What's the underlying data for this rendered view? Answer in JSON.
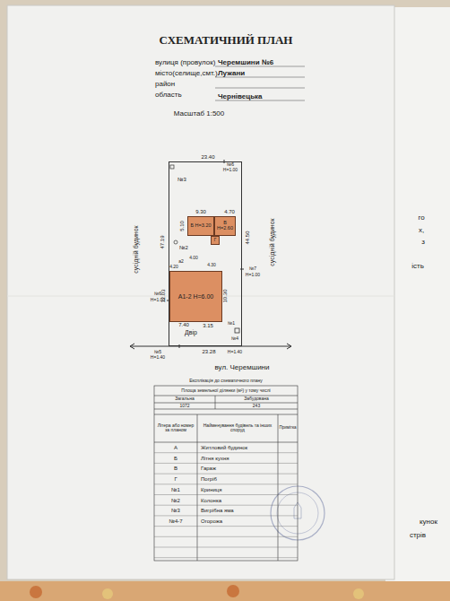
{
  "diagram": {
    "title": "СХЕМАТИЧНИЙ ПЛАН",
    "nodes": [
      {
        "text": [
          "Двір"
        ]
      },
      {
        "text": [
          "Б Н=3.20"
        ],
        "in": 0
      },
      {
        "text": [
          "В Н=2.60"
        ],
        "in": 0
      },
      {
        "text": [
          "Г"
        ],
        "in": 0
      },
      {
        "text": [
          "А1-2 Н=6.00"
        ],
        "in": 0
      }
    ],
    "labels": [
      "вулиця (провулок)",
      "Черемшини №6",
      "місто(селище,смт.)",
      "Лужани",
      "район",
      "область",
      "Чернівецька",
      "Масштаб 1:500",
      "23.40",
      "№6",
      "Н=1.00",
      "№3",
      "47.19",
      "44.50",
      "сусідній будинок",
      "сусідній будинок",
      "№2",
      "№6",
      "Н=1.00",
      "№7",
      "Н=1.00",
      "9.30",
      "4.70",
      "5.10",
      "а2",
      "4.00",
      "4.20",
      "4.30",
      "12.03",
      "10.30",
      "7.40",
      "3.15",
      "№1",
      "№4",
      "23.28",
      "№5",
      "Н=1.40",
      "Н=1.40",
      "вул. Черемшини",
      "Експлікація до схематичного плану",
      "Площа земельної ділянки (м²) у тому числі",
      "Загальна",
      "Забудована",
      "1072",
      "243",
      "Літера або номер за планом",
      "Найменування будівель та інших споруд",
      "Примітка",
      "А",
      "Житловий будинок",
      "Б",
      "Літня кухня",
      "В",
      "Гараж",
      "Г",
      "Погріб",
      "№1",
      "Криниця",
      "№2",
      "Колонка",
      "№3",
      "Вигрібна яма",
      "№4-7",
      "Огорожа",
      "го",
      "х,",
      "з",
      "ість",
      "кунок",
      "стрів"
    ]
  }
}
